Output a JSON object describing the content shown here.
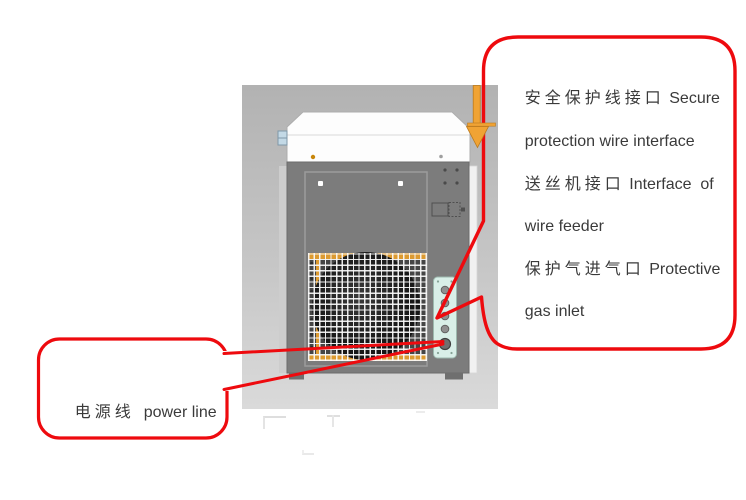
{
  "speech_bubble": {
    "lines": [
      {
        "zh": "安全保护线接口",
        "en": " Secure"
      },
      {
        "zh": "",
        "en": "protection wire interface"
      },
      {
        "zh": "送丝机接口",
        "en": " Interface  of"
      },
      {
        "zh": "",
        "en": "wire feeder"
      },
      {
        "zh": "保护气进气口",
        "en": " Protective"
      },
      {
        "zh": "",
        "en": "gas inlet"
      }
    ]
  },
  "power_line_callout": {
    "zh": "电源线",
    "en": "  power line"
  },
  "icons": {
    "orange_down_arrow": "↓"
  },
  "colors": {
    "callout_red": "#ee0a0e",
    "arrow_orange": "#f0a334",
    "machine_body": "#7c7c7c",
    "connector_panel_mint": "#d9efe8",
    "backdrop_top": "#b2b2b2",
    "backdrop_bottom": "#dadada"
  }
}
